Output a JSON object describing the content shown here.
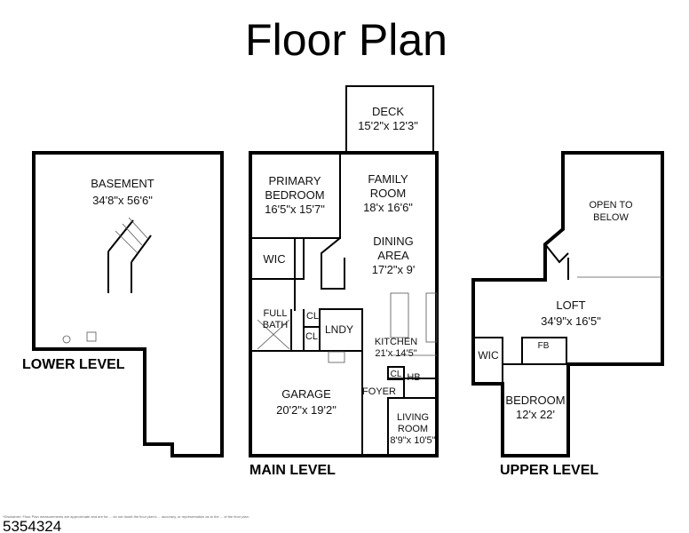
{
  "title": "Floor Plan",
  "levels": {
    "lower": {
      "label": "LOWER LEVEL",
      "rooms": [
        {
          "name": "BASEMENT",
          "size": "34'8\"x 56'6\""
        }
      ]
    },
    "main": {
      "label": "MAIN LEVEL",
      "rooms": [
        {
          "name": "DECK",
          "size": "15'2\"x 12'3\""
        },
        {
          "name": "PRIMARY",
          "name2": "BEDROOM",
          "size": "16'5\"x 15'7\""
        },
        {
          "name": "FAMILY",
          "name2": "ROOM",
          "size": "18'x 16'6\""
        },
        {
          "name": "DINING",
          "name2": "AREA",
          "size": "17'2\"x 9'"
        },
        {
          "name": "WIC"
        },
        {
          "name": "FULL",
          "name2": "BATH"
        },
        {
          "name": "CL"
        },
        {
          "name": "CL"
        },
        {
          "name": "LNDY"
        },
        {
          "name": "KITCHEN",
          "size": "21'x 14'5\""
        },
        {
          "name": "CL"
        },
        {
          "name": "HB"
        },
        {
          "name": "FOYER"
        },
        {
          "name": "GARAGE",
          "size": "20'2\"x 19'2\""
        },
        {
          "name": "LIVING",
          "name2": "ROOM",
          "size": "8'9\"x 10'5\""
        }
      ]
    },
    "upper": {
      "label": "UPPER LEVEL",
      "rooms": [
        {
          "name": "OPEN TO",
          "name2": "BELOW"
        },
        {
          "name": "LOFT",
          "size": "34'9\"x 16'5\""
        },
        {
          "name": "WIC"
        },
        {
          "name": "FB"
        },
        {
          "name": "BEDROOM",
          "size": "12'x 22'"
        }
      ]
    }
  },
  "footer": {
    "disclaimer": "*Disclaimer: Floor Plan measurements are approximate and are for ... do not doubt the floor plan's ... accuracy, or representation as to the ... of the floor plan.",
    "listing_id": "5354324"
  }
}
